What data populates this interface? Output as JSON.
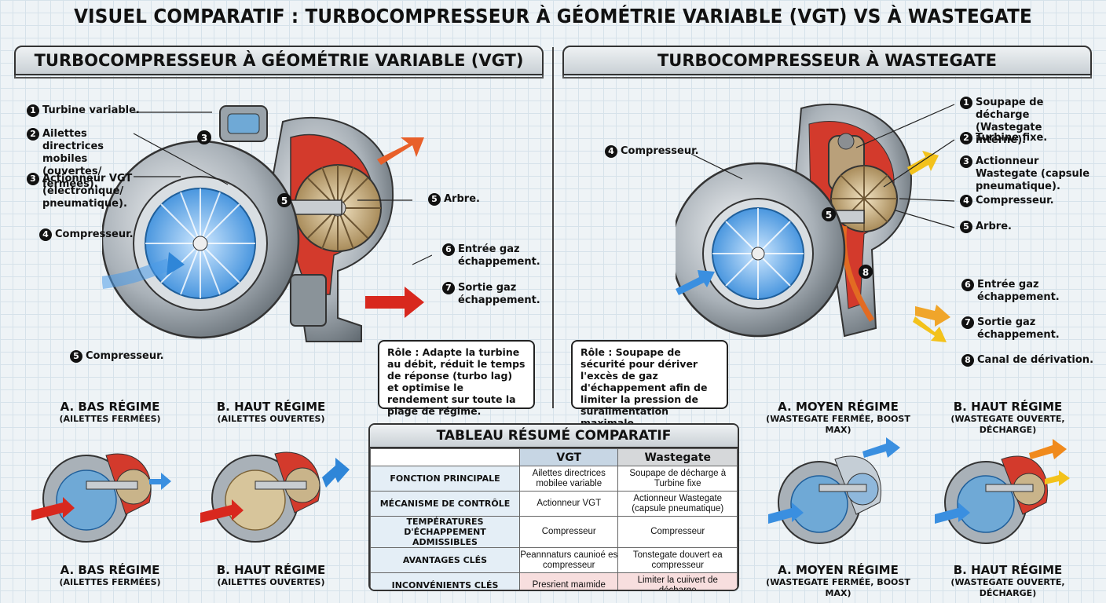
{
  "title": "VISUEL COMPARATIF : TURBOCOMPRESSEUR À GÉOMÉTRIE VARIABLE (VGT) VS À WASTEGATE",
  "colors": {
    "exhaust": "#d8281e",
    "intake": "#3a8fe0",
    "accent_orange": "#f08a1c",
    "accent_yellow": "#f3c21b",
    "housing": "#9aa3aa"
  },
  "vgt": {
    "title": "TURBOCOMPRESSEUR À GÉOMÉTRIE VARIABLE (VGT)",
    "labels": [
      {
        "n": "1",
        "text": "Turbine variable."
      },
      {
        "n": "2",
        "text": "Ailettes directrices mobiles (ouvertes/ fermées)."
      },
      {
        "n": "3",
        "text": "Actionneur VGT (électronique/ pneumatique)."
      },
      {
        "n": "4",
        "text": "Compresseur."
      },
      {
        "n": "5",
        "text": "Arbre."
      },
      {
        "n": "6",
        "text": "Entrée gaz échappement."
      },
      {
        "n": "7",
        "text": "Sortie gaz échappement."
      },
      {
        "n": "5",
        "text": "Compresseur."
      }
    ],
    "callouts": [
      "3",
      "5"
    ],
    "role": "Rôle : Adapte la turbine au débit, réduit le temps de réponse (turbo lag) et optimise le rendement sur toute la plage de régime.",
    "modes": [
      {
        "title": "A. BAS RÉGIME",
        "sub": "(AILETTES FERMÉES)"
      },
      {
        "title": "B. HAUT RÉGIME",
        "sub": "(AILETTES OUVERTES)"
      }
    ]
  },
  "wastegate": {
    "title": "TURBOCOMPRESSEUR À WASTEGATE",
    "labels": [
      {
        "n": "1",
        "text": "Soupape de décharge (Wastegate interne)."
      },
      {
        "n": "2",
        "text": "Turbine fixe."
      },
      {
        "n": "3",
        "text": "Actionneur Wastegate (capsule pneumatique)."
      },
      {
        "n": "4",
        "text": "Compresseur."
      },
      {
        "n": "5",
        "text": "Arbre."
      },
      {
        "n": "6",
        "text": "Entrée gaz échappement."
      },
      {
        "n": "7",
        "text": "Sortie gaz échappement."
      },
      {
        "n": "8",
        "text": "Canal de dérivation."
      },
      {
        "n": "4",
        "text": "Compresseur."
      }
    ],
    "callouts": [
      "5",
      "8"
    ],
    "role": "Rôle : Soupape de sécurité pour dériver l'excès de gaz d'échappement afin de limiter la pression de suralimentation maximale.",
    "modes": [
      {
        "title": "A. MOYEN RÉGIME",
        "sub": "(WASTEGATE FERMÉE, BOOST MAX)"
      },
      {
        "title": "B. HAUT RÉGIME",
        "sub": "(WASTEGATE OUVERTE, DÉCHARGE)"
      }
    ]
  },
  "table": {
    "title": "TABLEAU RÉSUMÉ COMPARATIF",
    "col_vgt": "VGT",
    "col_wg": "Wastegate",
    "rows": [
      {
        "head": "FONCTION PRINCIPALE",
        "vgt": "Ailettes directrices mobilee variable",
        "wg": "Soupape de décharge à Turbine fixe"
      },
      {
        "head": "MÉCANISME DE CONTRÔLE",
        "vgt": "Actionneur VGT",
        "wg": "Actionneur Wastegate (capsule pneumatique)"
      },
      {
        "head": "TEMPÉRATURES D'ÉCHAPPEMENT ADMISSIBLES",
        "vgt": "Compresseur",
        "wg": "Compresseur"
      },
      {
        "head": "AVANTAGES CLÉS",
        "vgt": "Peannnaturs caunioé es compresseur",
        "wg": "Tonstegate douvert ea compresseur"
      },
      {
        "head": "INCONVÉNIENTS CLÉS",
        "vgt": "Presrient maımide",
        "wg": "Limiter la cuiivert de décharge"
      }
    ]
  }
}
